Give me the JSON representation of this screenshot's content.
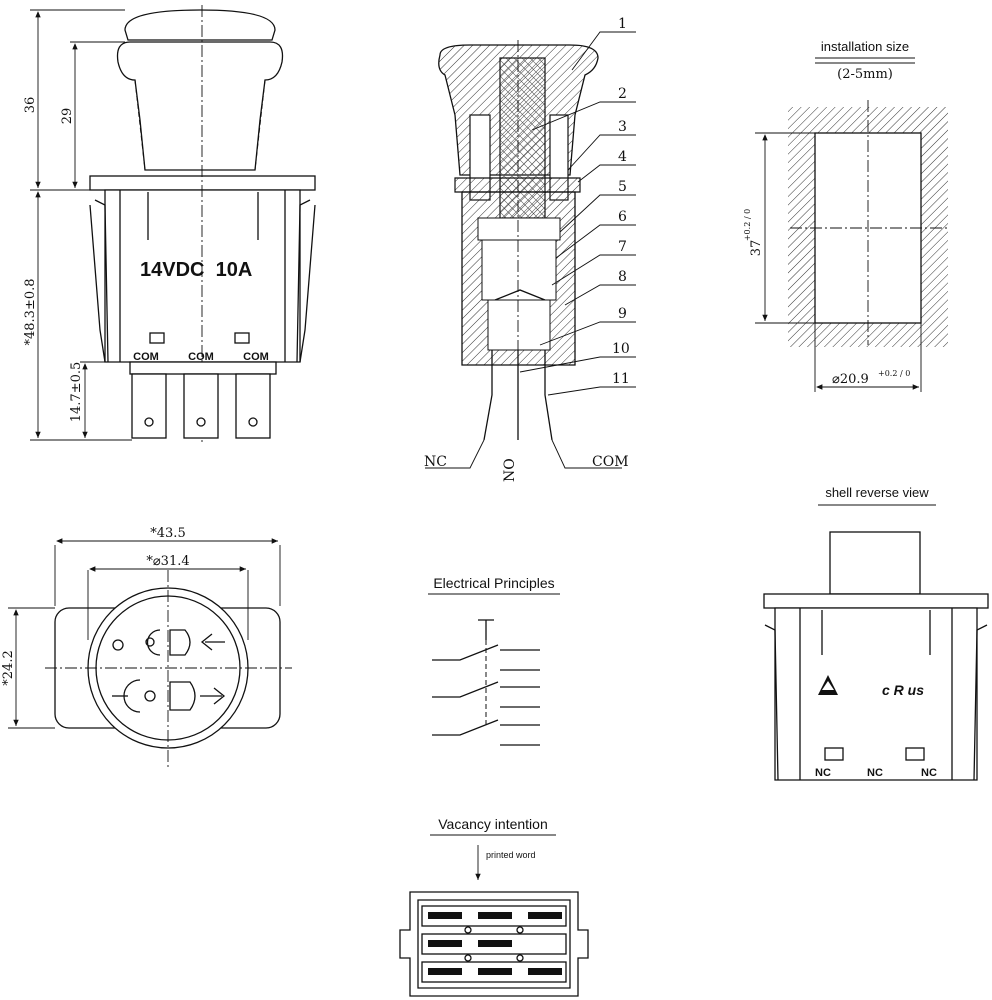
{
  "front_view": {
    "dim_total_height": "36",
    "dim_cap_height": "29",
    "dim_body_height": "*48.3±0.8",
    "dim_terminal_height": "14.7±0.5",
    "rating": "14VDC  10A",
    "terminal_labels": [
      "COM",
      "COM",
      "COM"
    ]
  },
  "section_view": {
    "part_numbers": [
      "1",
      "2",
      "3",
      "4",
      "5",
      "6",
      "7",
      "8",
      "9",
      "10",
      "11"
    ],
    "lead_nc": "NC",
    "lead_no": "NO",
    "lead_com": "COM"
  },
  "installation": {
    "title": "installation size",
    "thickness": "(2-5mm)",
    "dim_height": "37",
    "dim_height_tol": "+0.2 / 0",
    "dim_width": "⌀20.9",
    "dim_width_tol": "+0.2 / 0"
  },
  "top_view": {
    "dim_width": "*43.5",
    "dim_diameter": "*⌀31.4",
    "dim_height": "*24.2"
  },
  "electrical": {
    "title": "Electrical Principles"
  },
  "shell_reverse": {
    "title": "shell reverse view",
    "terminal_labels": [
      "NC",
      "NC",
      "NC"
    ],
    "cert_mark": "c R us"
  },
  "vacancy": {
    "title": "Vacancy intention",
    "note": "printed word"
  }
}
